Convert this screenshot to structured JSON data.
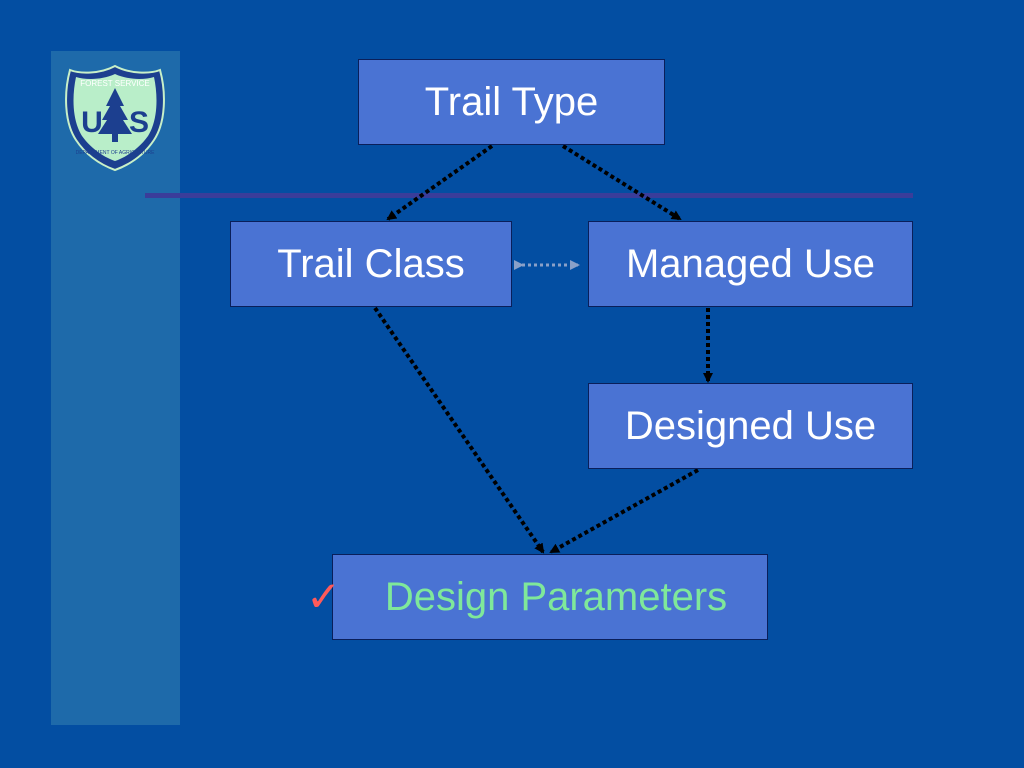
{
  "logo": {
    "top_text": "FOREST SERVICE",
    "left_letter": "U",
    "right_letter": "S",
    "bottom_text": "DEPARTMENT OF AGRICULTURE"
  },
  "nodes": {
    "trail_type": "Trail Type",
    "trail_class": "Trail Class",
    "managed_use": "Managed Use",
    "designed_use": "Designed Use",
    "design_parameters": "Design Parameters"
  },
  "check_mark": "✓",
  "colors": {
    "background": "#034ea2",
    "sidebar": "#1e6aaa",
    "box_fill": "#4a73d3",
    "highlight_text": "#7fe89a",
    "check": "#ff5a5a"
  }
}
